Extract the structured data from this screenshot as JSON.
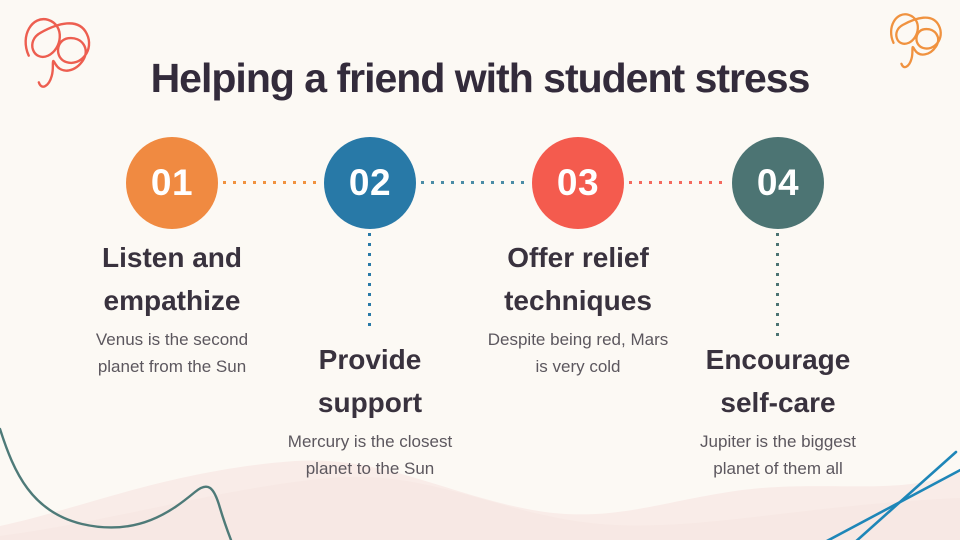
{
  "slide": {
    "title": "Helping a friend with student stress",
    "colors": {
      "background": "#FCF9F4",
      "title_text": "#332B3B",
      "step_title_text": "#39323E",
      "step_description_text": "#5C575E"
    }
  },
  "steps": [
    {
      "number": "01",
      "label": "Listen and empathize",
      "description": "Venus is the second planet from the Sun",
      "circle_color": "#F08A41",
      "connector_color": "#F0923F"
    },
    {
      "number": "02",
      "label": "Provide support",
      "description": "Mercury is the closest planet to the Sun",
      "circle_color": "#2879A7",
      "connector_color": "#4A8CA6"
    },
    {
      "number": "03",
      "label": "Offer relief techniques",
      "description": "Despite being red, Mars is very cold",
      "circle_color": "#F45B4E",
      "connector_color": "#F4695E"
    },
    {
      "number": "04",
      "label": "Encourage self-care",
      "description": "Jupiter is the biggest planet of them all",
      "circle_color": "#4C7473",
      "connector_color": "#4C7473"
    }
  ],
  "decor": {
    "scribble_left_color": "#ED5E50",
    "scribble_right_color": "#F0923F",
    "wave_line_color": "#4E7A78",
    "cross_lines_color": "#1E86B8",
    "hills_color": "#F9ECE8",
    "hills_overlay_color": "#F5E5E0"
  }
}
